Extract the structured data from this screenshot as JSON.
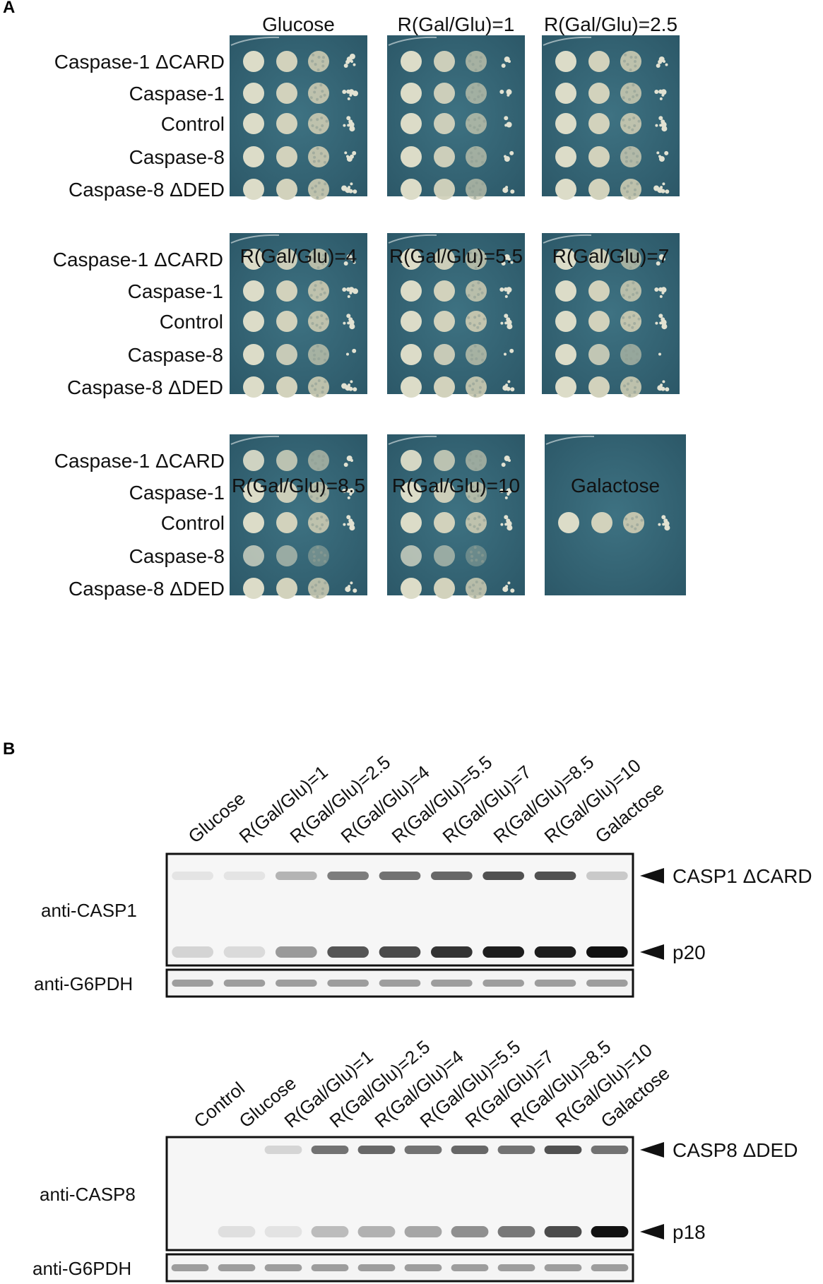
{
  "panel_a": {
    "letter": "A",
    "row_labels": [
      "Caspase-1 ΔCARD",
      "Caspase-1",
      "Control",
      "Caspase-8",
      "Caspase-8 ΔDED"
    ],
    "plates": [
      {
        "title": "Glucose",
        "density": [
          [
            1,
            1,
            0.9,
            0.55
          ],
          [
            1,
            1,
            0.9,
            0.6
          ],
          [
            1,
            1,
            0.9,
            0.6
          ],
          [
            1,
            1,
            0.9,
            0.5
          ],
          [
            1,
            1,
            0.9,
            0.6
          ]
        ]
      },
      {
        "title": "R(Gal/Glu)=1",
        "density": [
          [
            1,
            0.95,
            0.7,
            0.3
          ],
          [
            1,
            0.95,
            0.65,
            0.25
          ],
          [
            1,
            0.95,
            0.7,
            0.3
          ],
          [
            1,
            0.95,
            0.65,
            0.25
          ],
          [
            1,
            0.95,
            0.65,
            0.25
          ]
        ]
      },
      {
        "title": "R(Gal/Glu)=2.5",
        "density": [
          [
            1,
            1,
            0.9,
            0.45
          ],
          [
            1,
            1,
            0.85,
            0.45
          ],
          [
            1,
            1,
            0.9,
            0.55
          ],
          [
            1,
            1,
            0.8,
            0.35
          ],
          [
            1,
            1,
            0.9,
            0.55
          ]
        ]
      },
      {
        "title": "R(Gal/Glu)=4",
        "density": [
          [
            1,
            0.95,
            0.85,
            0.4
          ],
          [
            1,
            1,
            0.9,
            0.55
          ],
          [
            1,
            1,
            0.9,
            0.6
          ],
          [
            1,
            0.9,
            0.7,
            0.15
          ],
          [
            1,
            1,
            0.9,
            0.55
          ]
        ]
      },
      {
        "title": "R(Gal/Glu)=5.5",
        "density": [
          [
            1,
            0.95,
            0.8,
            0.4
          ],
          [
            1,
            1,
            0.85,
            0.45
          ],
          [
            1,
            1,
            0.95,
            0.6
          ],
          [
            1,
            0.9,
            0.7,
            0.2
          ],
          [
            1,
            1,
            0.9,
            0.5
          ]
        ]
      },
      {
        "title": "R(Gal/Glu)=7",
        "density": [
          [
            1,
            0.95,
            0.7,
            0.25
          ],
          [
            1,
            1,
            0.85,
            0.5
          ],
          [
            1,
            1,
            0.95,
            0.55
          ],
          [
            1,
            0.85,
            0.55,
            0.05
          ],
          [
            1,
            1,
            0.9,
            0.45
          ]
        ]
      },
      {
        "title": "R(Gal/Glu)=8.5",
        "density": [
          [
            0.9,
            0.8,
            0.6,
            0.3
          ],
          [
            1,
            0.95,
            0.85,
            0.45
          ],
          [
            1,
            1,
            0.9,
            0.55
          ],
          [
            0.7,
            0.5,
            0.2,
            0
          ],
          [
            1,
            1,
            0.85,
            0.4
          ]
        ]
      },
      {
        "title": "R(Gal/Glu)=10",
        "density": [
          [
            0.95,
            0.8,
            0.6,
            0.25
          ],
          [
            1,
            0.95,
            0.8,
            0.4
          ],
          [
            1,
            1,
            0.9,
            0.55
          ],
          [
            0.7,
            0.5,
            0.15,
            0
          ],
          [
            1,
            1,
            0.85,
            0.4
          ]
        ]
      },
      {
        "title": "Galactose",
        "density": [
          [
            0,
            0,
            0,
            0
          ],
          [
            0,
            0,
            0,
            0
          ],
          [
            1,
            1,
            0.95,
            0.6
          ],
          [
            0,
            0,
            0,
            0
          ],
          [
            0,
            0,
            0,
            0
          ]
        ]
      }
    ]
  },
  "panel_b": {
    "letter": "B",
    "blot1": {
      "lanes": [
        "Glucose",
        "R(Gal/Glu)=1",
        "R(Gal/Glu)=2.5",
        "R(Gal/Glu)=4",
        "R(Gal/Glu)=5.5",
        "R(Gal/Glu)=7",
        "R(Gal/Glu)=8.5",
        "R(Gal/Glu)=10",
        "Galactose"
      ],
      "main_label": "anti-CASP1",
      "loading_label": "anti-G6PDH",
      "band_labels": [
        "CASP1 ΔCARD",
        "p20"
      ],
      "upper_band_intensity": [
        0.08,
        0.08,
        0.3,
        0.55,
        0.6,
        0.65,
        0.75,
        0.75,
        0.2
      ],
      "lower_band_intensity": [
        0.15,
        0.12,
        0.4,
        0.7,
        0.75,
        0.85,
        0.95,
        0.95,
        1.0
      ]
    },
    "blot2": {
      "lanes": [
        "Control",
        "Glucose",
        "R(Gal/Glu)=1",
        "R(Gal/Glu)=2.5",
        "R(Gal/Glu)=4",
        "R(Gal/Glu)=5.5",
        "R(Gal/Glu)=7",
        "R(Gal/Glu)=8.5",
        "R(Gal/Glu)=10",
        "Galactose"
      ],
      "main_label": "anti-CASP8",
      "loading_label": "anti-G6PDH",
      "band_labels": [
        "CASP8 ΔDED",
        "p18"
      ],
      "upper_band_intensity": [
        0,
        0,
        0.15,
        0.6,
        0.65,
        0.6,
        0.65,
        0.6,
        0.75,
        0.6
      ],
      "lower_band_intensity": [
        0,
        0.1,
        0.08,
        0.25,
        0.3,
        0.35,
        0.45,
        0.55,
        0.75,
        1.0
      ]
    }
  }
}
